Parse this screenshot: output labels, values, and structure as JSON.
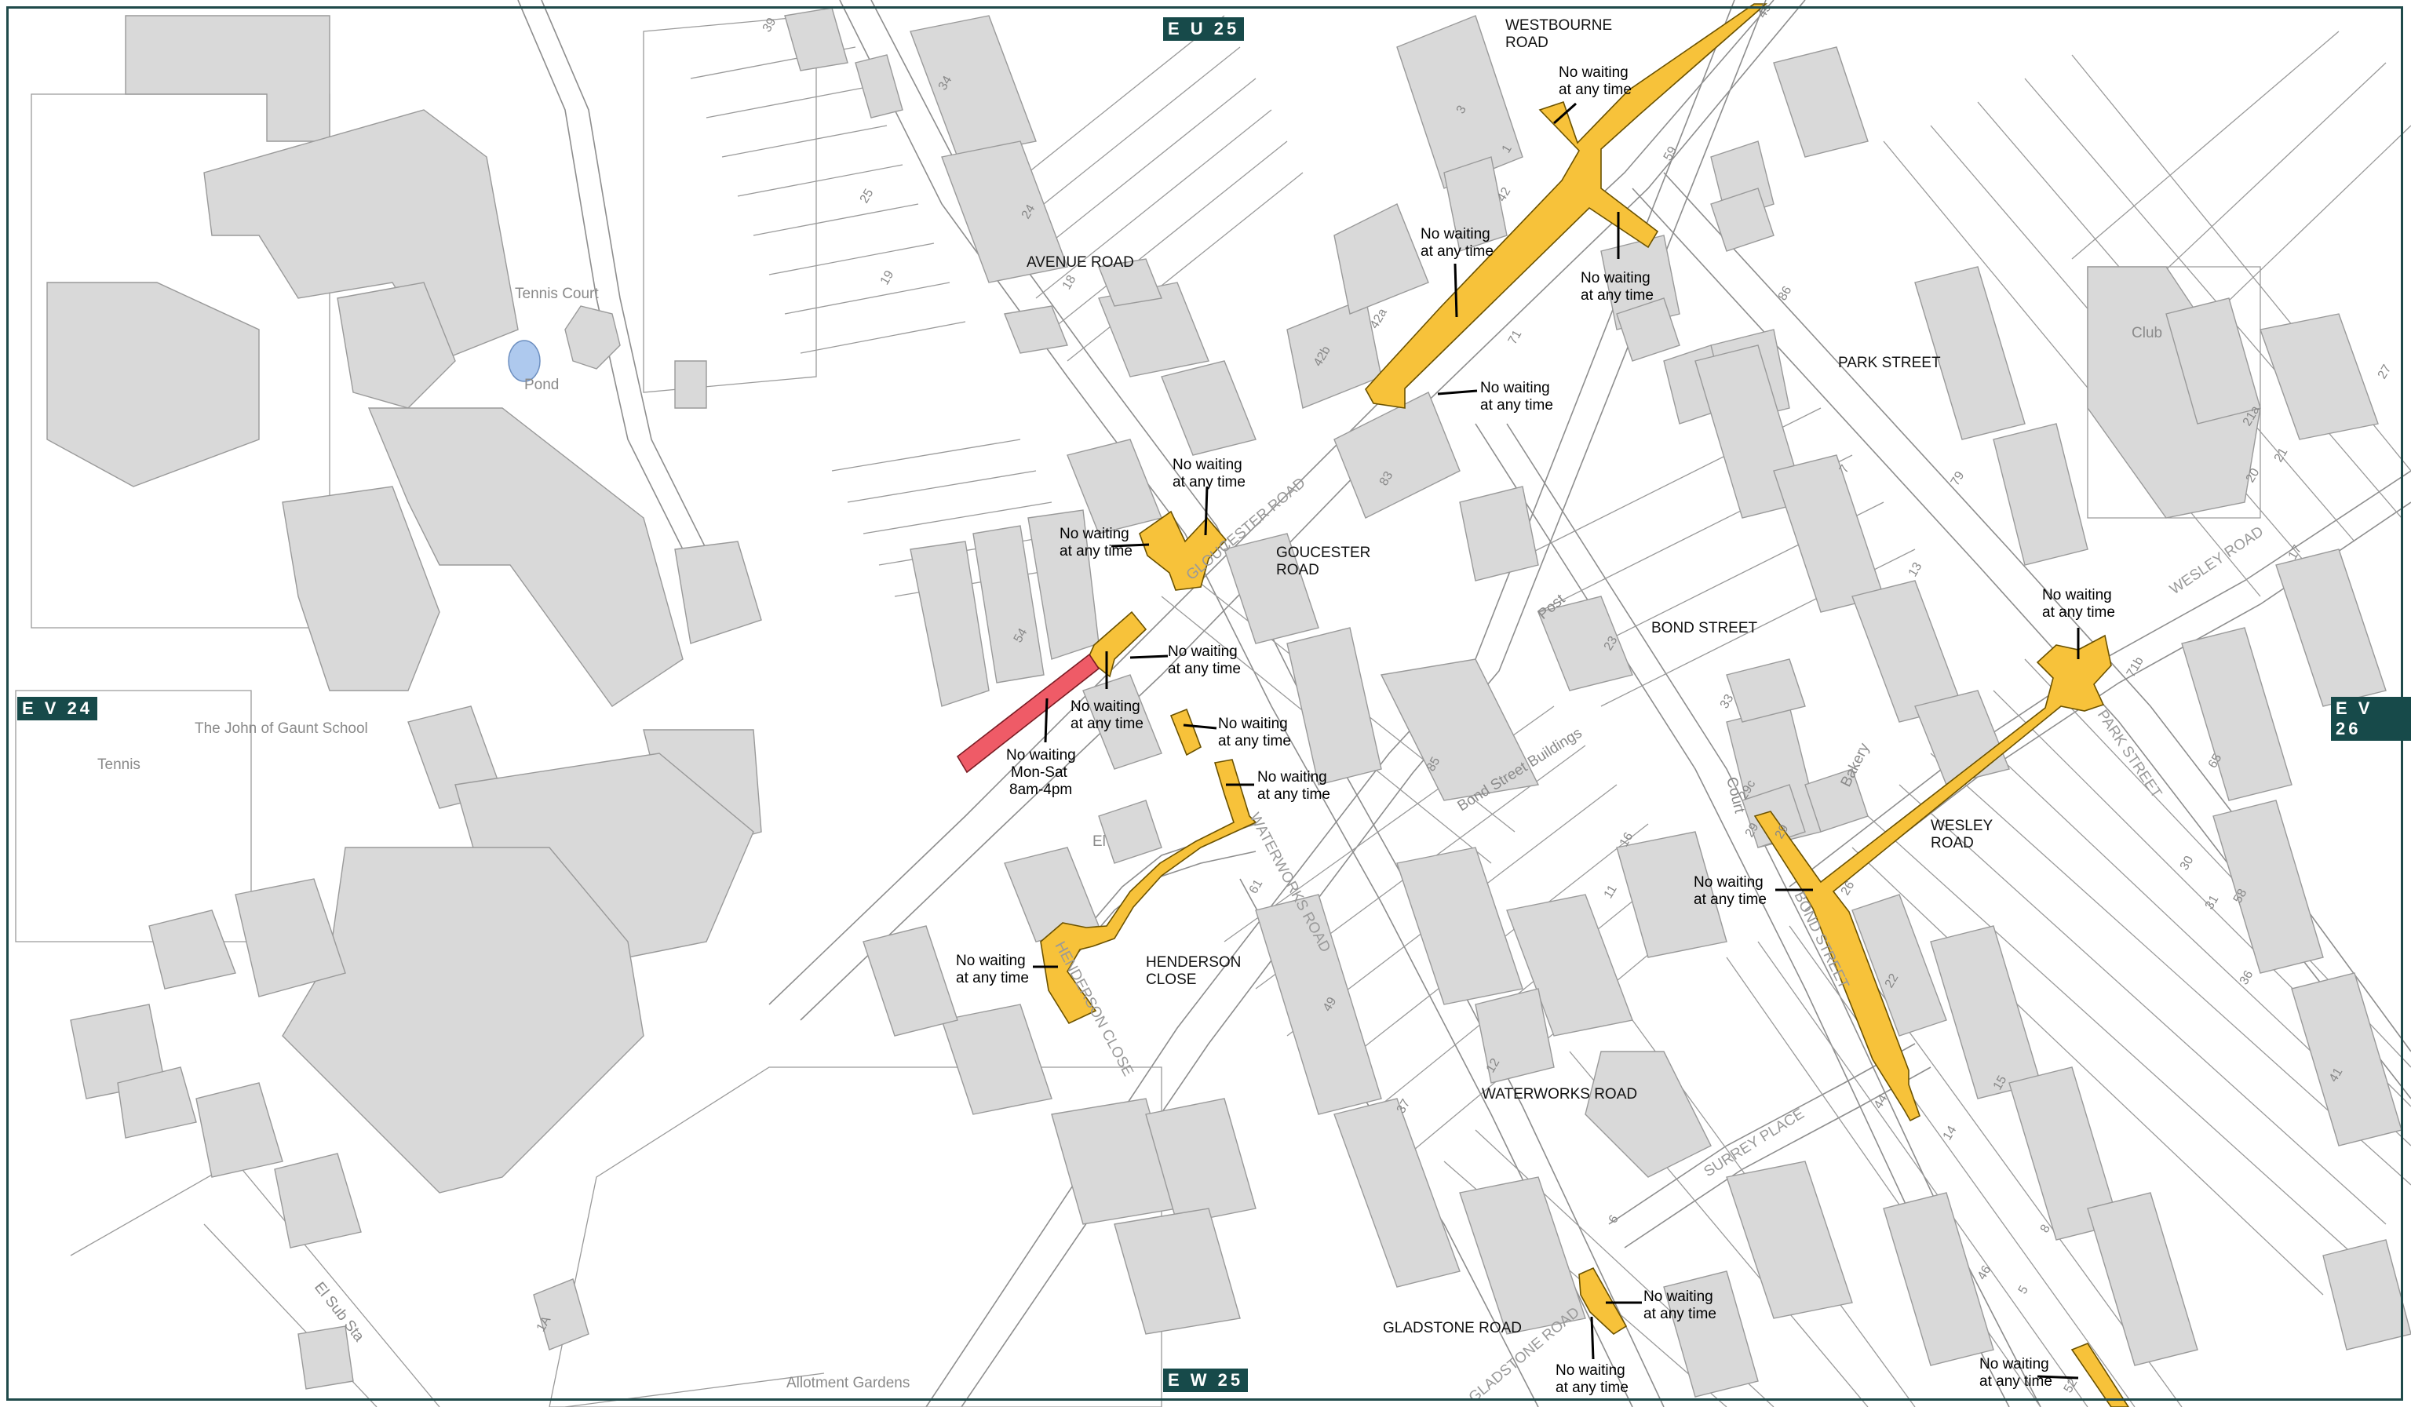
{
  "grid_refs": {
    "top": "E U 25",
    "bottom": "E W 25",
    "left": "E V 24",
    "right": "E V 26"
  },
  "road_labels": {
    "westbourne_road": [
      "WESTBOURNE",
      "ROAD"
    ],
    "avenue_road": "AVENUE ROAD",
    "park_street_upper": "PARK STREET",
    "goucester_road": [
      "GOUCESTER",
      "ROAD"
    ],
    "bond_street": "BOND STREET",
    "wesley_road": [
      "WESLEY",
      "ROAD"
    ],
    "henderson_close": [
      "HENDERSON",
      "CLOSE"
    ],
    "waterworks_road": "WATERWORKS ROAD",
    "gladstone_road": "GLADSTONE ROAD",
    "gloucester_road_rot": "GLOUCESTER ROAD",
    "waterworks_road_rot": "WATERWORKS ROAD",
    "henderson_close_rot": "HENDERSON CLOSE",
    "wesley_road_rot": "WESLEY ROAD",
    "park_street_rot": "PARK STREET",
    "surrey_place_rot": "SURREY PLACE",
    "gladstone_road_rot": "GLADSTONE ROAD",
    "bond_street_rot": "BOND STREET"
  },
  "features": {
    "tennis_court": "Tennis Court",
    "pond": "Pond",
    "school": "The John of Gaunt School",
    "tennis": "Tennis",
    "club": "Club",
    "allotment": "Allotment Gardens",
    "el_sub_sta": "El Sub Sta",
    "el": "El",
    "bond_street_buildings": "Bond Street Buildings",
    "bakery": "Bakery",
    "court": "Court",
    "post": "Post"
  },
  "house_numbers": [
    "39",
    "34",
    "25",
    "24",
    "19",
    "18",
    "3",
    "1",
    "42",
    "59",
    "45",
    "86",
    "71",
    "42a",
    "42b",
    "83",
    "54",
    "79",
    "27",
    "21a",
    "21",
    "20",
    "17",
    "71b",
    "65",
    "58",
    "30",
    "31",
    "36",
    "41",
    "15",
    "13",
    "7",
    "23",
    "85",
    "16",
    "11",
    "61",
    "49",
    "37",
    "29c",
    "29",
    "29",
    "26",
    "22",
    "12",
    "6",
    "44",
    "14",
    "46",
    "8",
    "52",
    "1A",
    "33",
    "5"
  ],
  "restrictions": {
    "nw_line1": "No waiting",
    "nw_line2": "at any time",
    "mon_sat": [
      "No waiting",
      "Mon-Sat",
      "8am-4pm"
    ]
  },
  "colors": {
    "no_waiting_any_time": "#f7c23a",
    "no_waiting_mon_sat": "#ef5b67",
    "building": "#d9d9d9",
    "grid_ref": "#174a4a"
  }
}
